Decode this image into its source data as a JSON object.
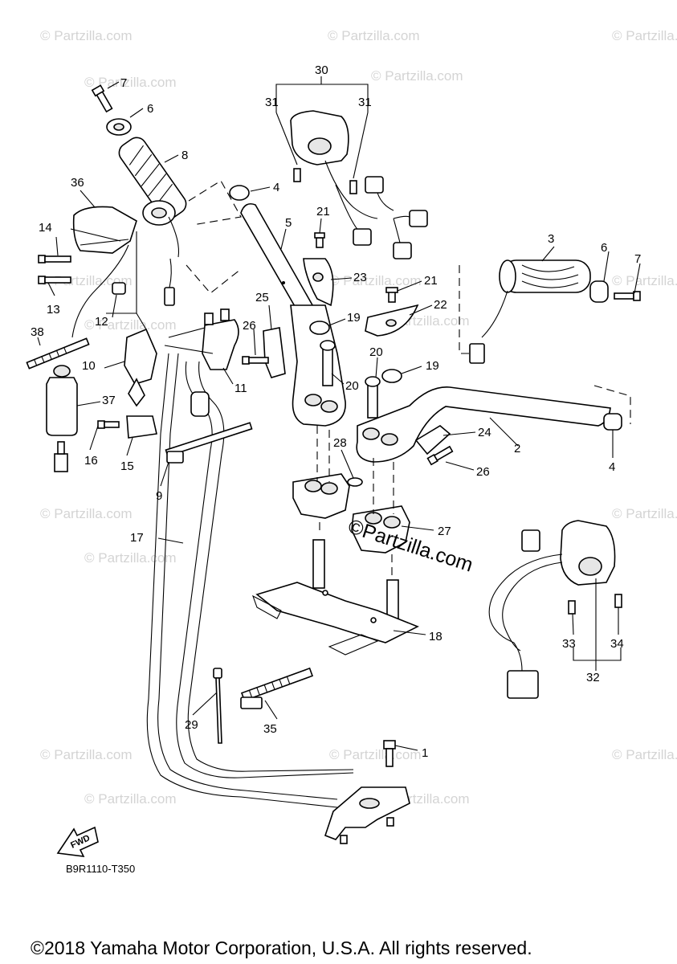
{
  "watermark_text": "© Partzilla.com",
  "center_watermark": "©Partzilla.com",
  "diagram_code": "B9R1110-T350",
  "fwd_label": "FWD",
  "copyright": "©2018 Yamaha Motor Corporation, U.S.A. All rights reserved.",
  "callouts": {
    "c1": "1",
    "c2": "2",
    "c3": "3",
    "c4a": "4",
    "c4b": "4",
    "c5": "5",
    "c6a": "6",
    "c6b": "6",
    "c7a": "7",
    "c7b": "7",
    "c8": "8",
    "c9": "9",
    "c10": "10",
    "c11": "11",
    "c12": "12",
    "c13": "13",
    "c14": "14",
    "c15": "15",
    "c16": "16",
    "c17": "17",
    "c18": "18",
    "c19a": "19",
    "c19b": "19",
    "c20a": "20",
    "c20b": "20",
    "c21a": "21",
    "c21b": "21",
    "c22": "22",
    "c23": "23",
    "c24": "24",
    "c25": "25",
    "c26a": "26",
    "c26b": "26",
    "c27": "27",
    "c28": "28",
    "c29": "29",
    "c30": "30",
    "c31a": "31",
    "c31b": "31",
    "c32": "32",
    "c33": "33",
    "c34": "34",
    "c35": "35",
    "c36": "36",
    "c37": "37",
    "c38": "38"
  }
}
